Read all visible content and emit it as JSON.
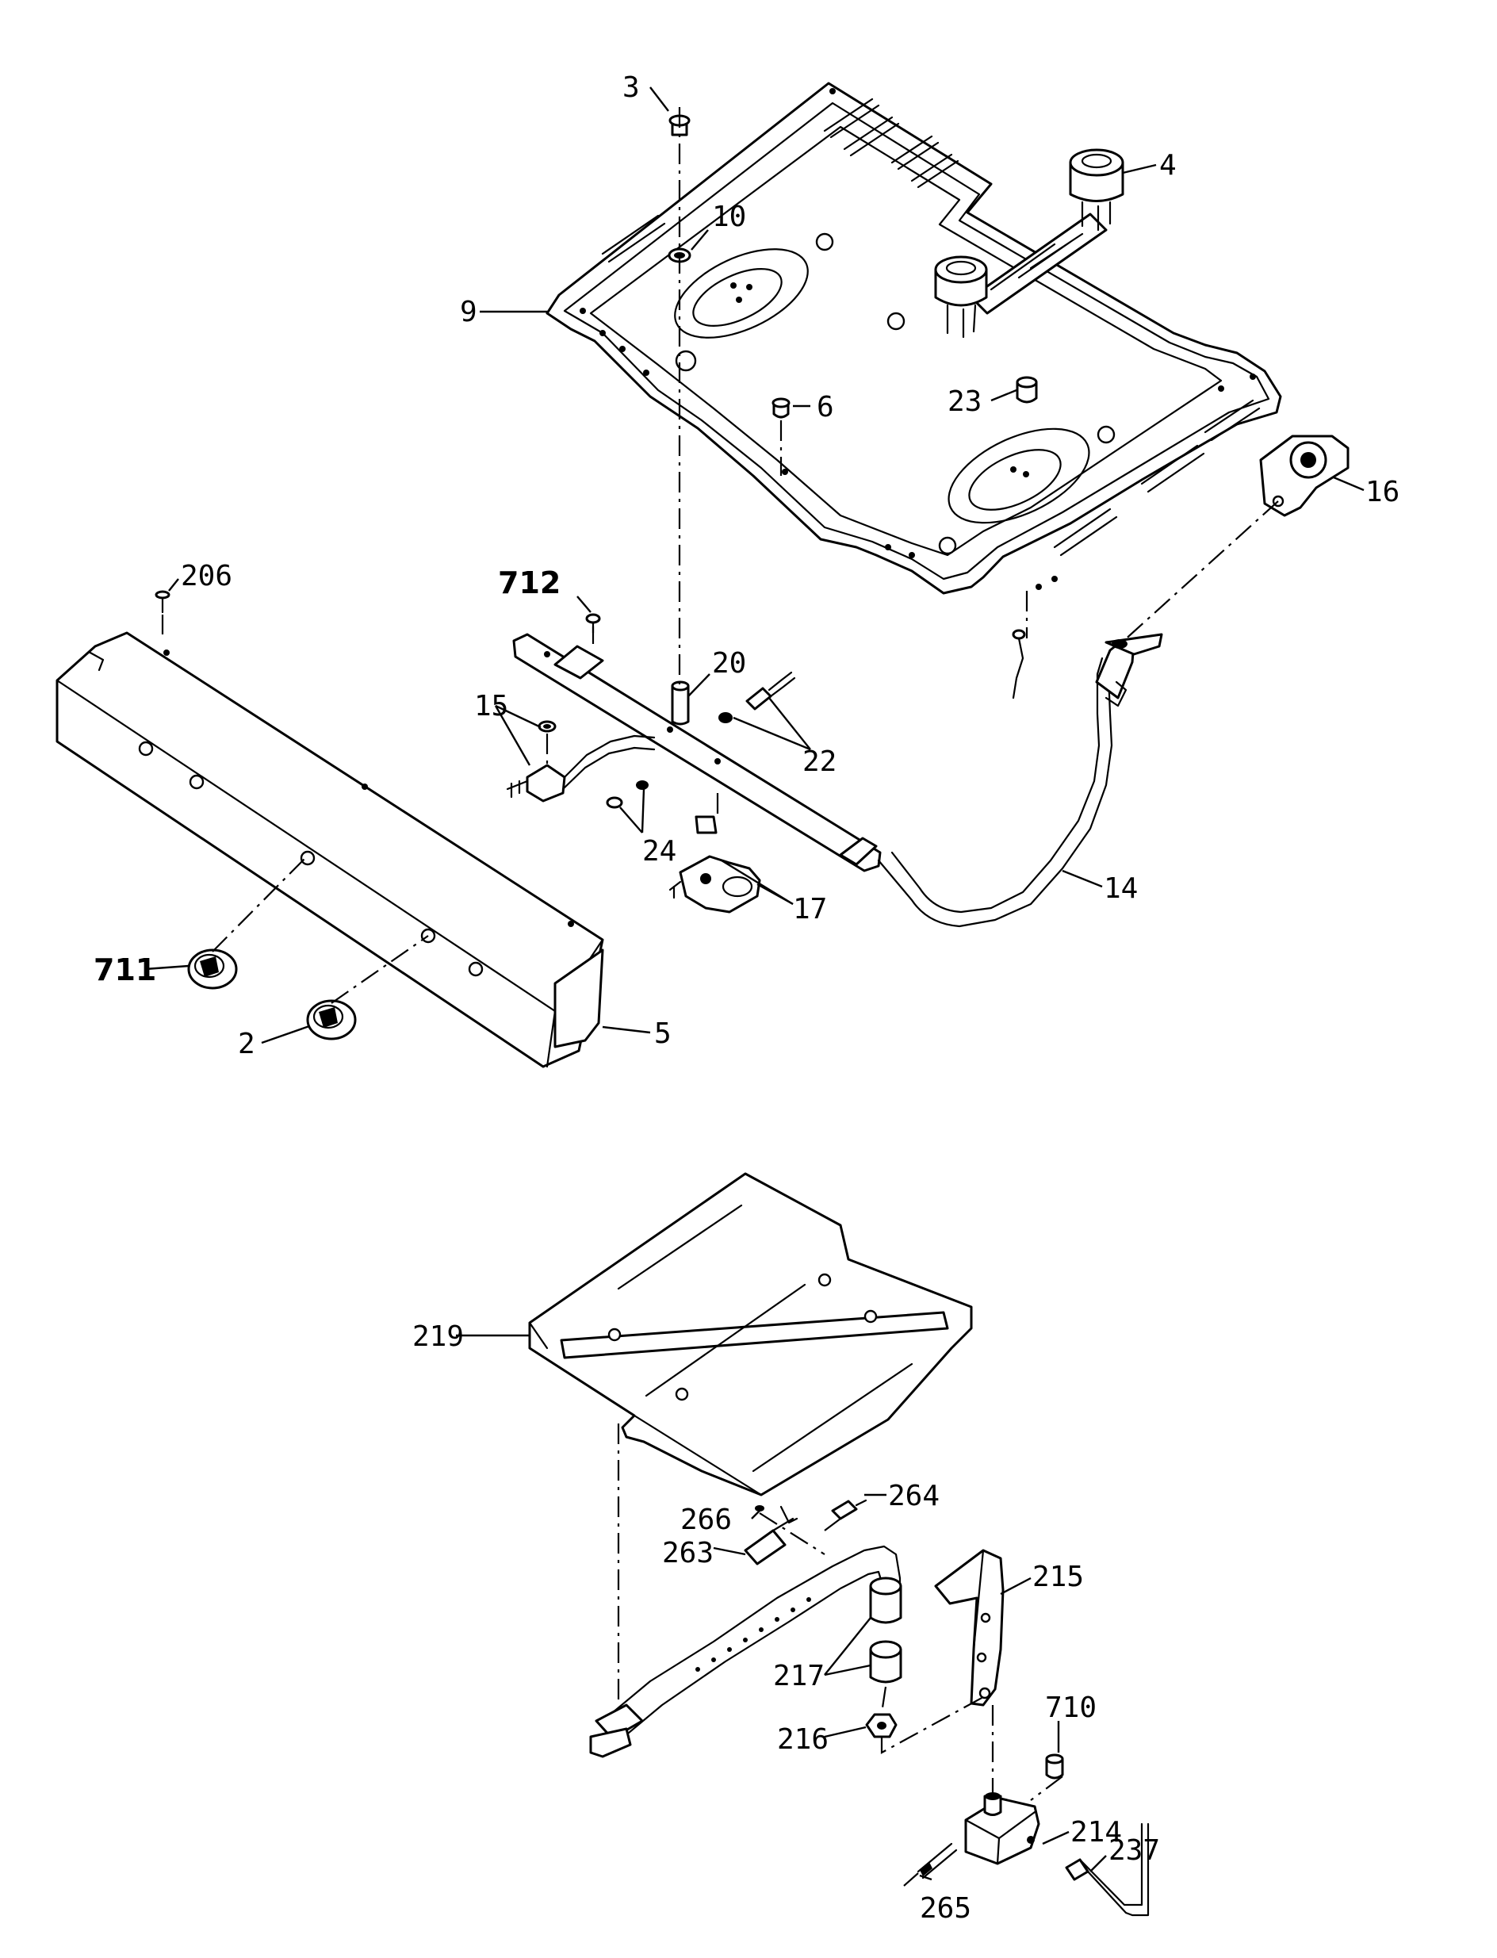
{
  "diagram": {
    "labels": {
      "p2": "2",
      "p3": "3",
      "p4": "4",
      "p5": "5",
      "p6": "6",
      "p9": "9",
      "p10": "10",
      "p14": "14",
      "p15": "15",
      "p16": "16",
      "p17": "17",
      "p20": "20",
      "p22": "22",
      "p23": "23",
      "p24": "24",
      "p206": "206",
      "p711": "711",
      "p712": "712",
      "p214": "214",
      "p215": "215",
      "p216": "216",
      "p217": "217",
      "p219": "219",
      "p237": "237",
      "p263": "263",
      "p264": "264",
      "p265": "265",
      "p266": "266",
      "p710": "710"
    }
  }
}
